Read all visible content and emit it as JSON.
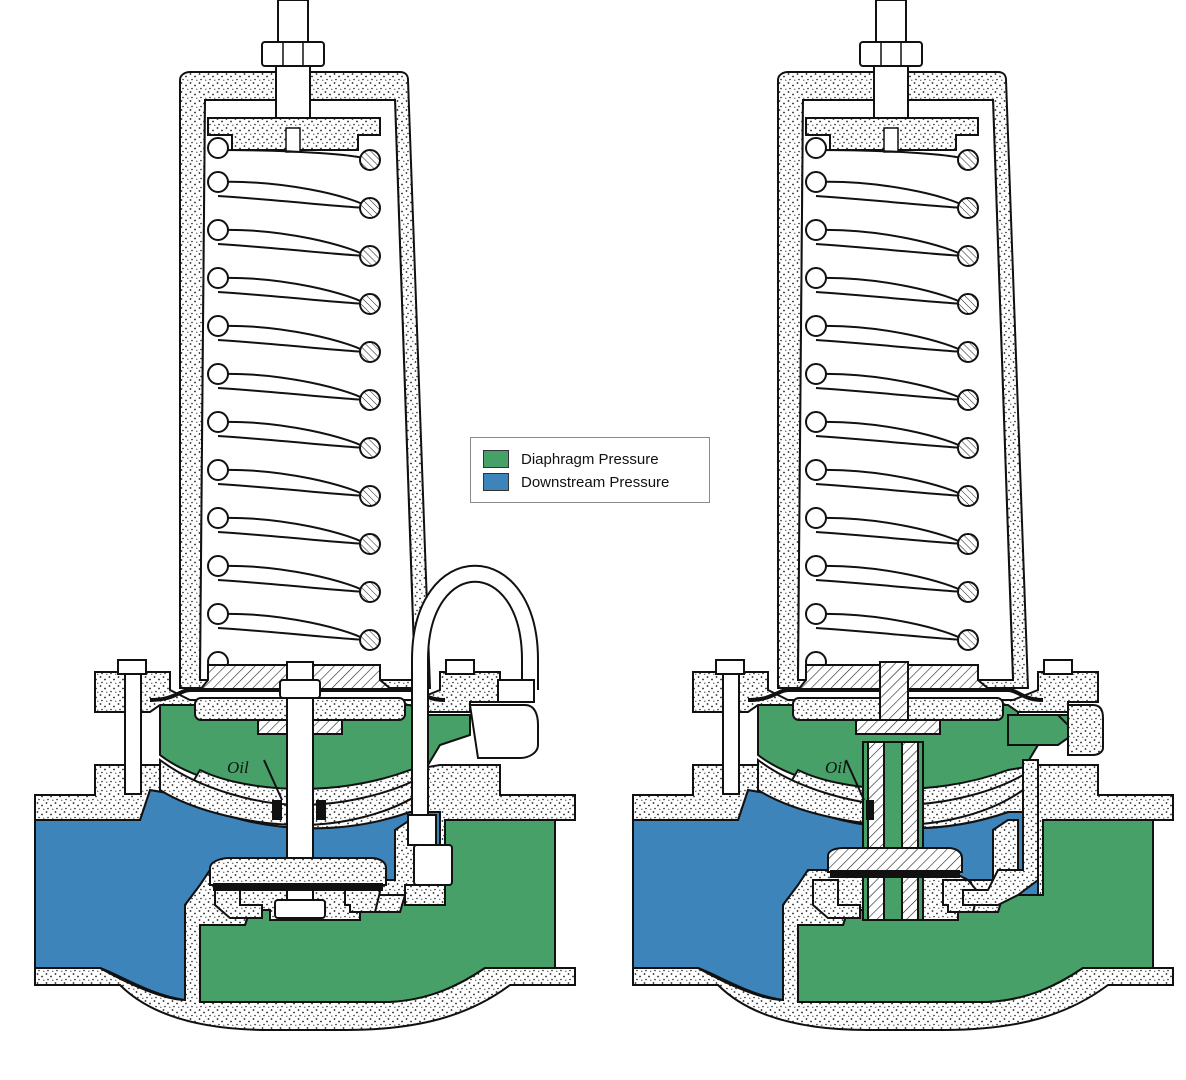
{
  "legend": {
    "items": [
      {
        "label": "Diaphragm Pressure",
        "color": "#46a068"
      },
      {
        "label": "Downstream Pressure",
        "color": "#3d84bb"
      }
    ]
  },
  "valves": [
    {
      "oil_label": "Oil"
    },
    {
      "oil_label": "Oil"
    }
  ],
  "colors": {
    "diaphragm": "#46a068",
    "downstream": "#3d84bb",
    "casting": "#ffffff",
    "stipple": "#222222",
    "outline": "#111111"
  }
}
